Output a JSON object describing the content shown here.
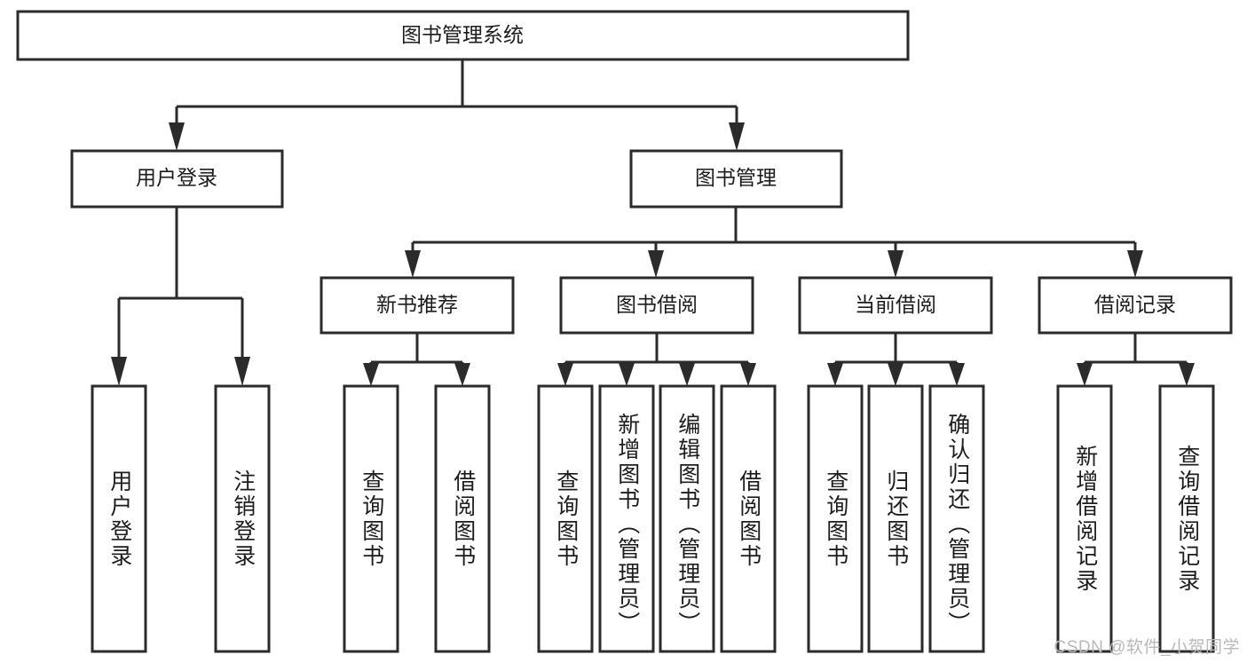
{
  "diagram": {
    "title": "图书管理系统",
    "type": "tree-hierarchy-diagram",
    "colors": {
      "stroke": "#2b2b2b",
      "fill": "#ffffff",
      "text": "#1c1c1c",
      "watermark": "#b9b9b9"
    },
    "root": {
      "label": "图书管理系统"
    },
    "level2": [
      {
        "label": "用户登录"
      },
      {
        "label": "图书管理"
      }
    ],
    "level3": [
      {
        "label": "新书推荐"
      },
      {
        "label": "图书借阅"
      },
      {
        "label": "当前借阅"
      },
      {
        "label": "借阅记录"
      }
    ],
    "leaves": {
      "user_login": [
        {
          "label": "用户登录"
        },
        {
          "label": "注销登录"
        }
      ],
      "new_book_recommend": [
        {
          "label": "查询图书"
        },
        {
          "label": "借阅图书"
        }
      ],
      "book_borrow": [
        {
          "label": "查询图书"
        },
        {
          "label": "新增图书（管理员）"
        },
        {
          "label": "编辑图书（管理员）"
        },
        {
          "label": "借阅图书"
        }
      ],
      "current_borrow": [
        {
          "label": "查询图书"
        },
        {
          "label": "归还图书"
        },
        {
          "label": "确认归还（管理员）"
        }
      ],
      "borrow_record": [
        {
          "label": "新增借阅记录"
        },
        {
          "label": "查询借阅记录"
        }
      ]
    }
  },
  "watermark": {
    "text": "CSDN @软件_小贺同学"
  }
}
